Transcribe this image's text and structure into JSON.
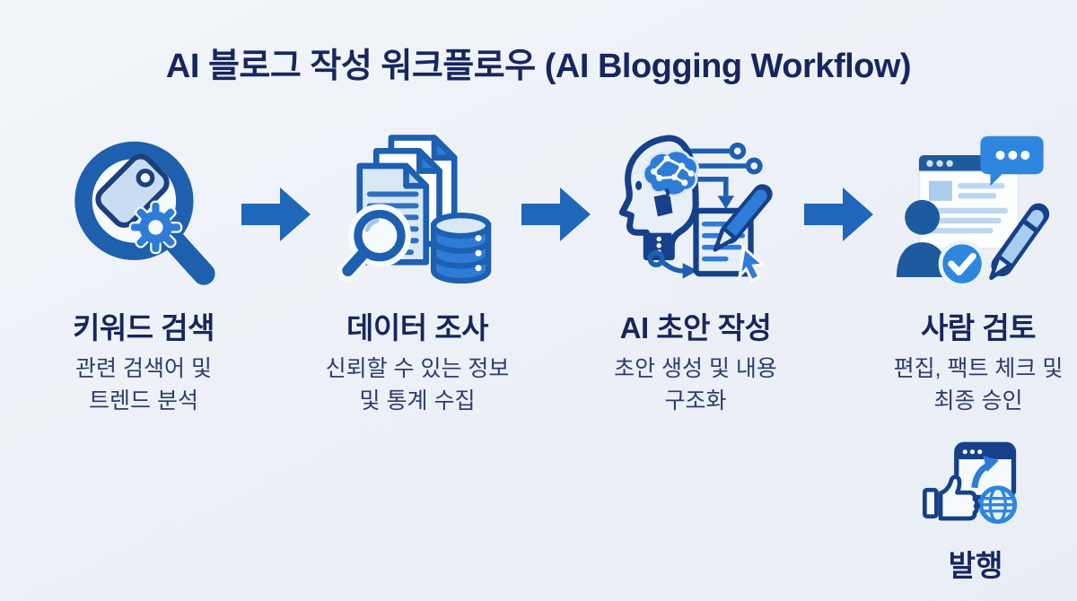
{
  "title": "AI 블로그 작성 워크플로우 (AI Blogging Workflow)",
  "steps": [
    {
      "title": "키워드 검색",
      "description": "관련 검색어 및\n트렌드 분석",
      "icon": "keyword-search-magnifier-tag-gear-icon"
    },
    {
      "title": "데이터 조사",
      "description": "신뢰할 수 있는 정보\n및 통계 수집",
      "icon": "documents-magnifier-database-icon"
    },
    {
      "title": "AI 초안 작성",
      "description": "초안 생성 및 내용\n구조화",
      "icon": "ai-head-circuit-document-pen-icon"
    },
    {
      "title": "사람 검토",
      "description": "편집, 팩트 체크 및\n최종 승인",
      "icon": "person-check-browser-pencil-icon"
    }
  ],
  "publish": {
    "label": "발행",
    "icon": "thumbs-up-browser-globe-icon"
  },
  "colors": {
    "background": "#edf1f7",
    "heading_navy": "#17265e",
    "body_navy": "#2c3c6e",
    "arrow_blue": "#1f67b8",
    "icon_primary_blue": "#1d5fb0",
    "icon_bright_blue": "#2e86de",
    "icon_light_blue": "#cfe1f4"
  }
}
